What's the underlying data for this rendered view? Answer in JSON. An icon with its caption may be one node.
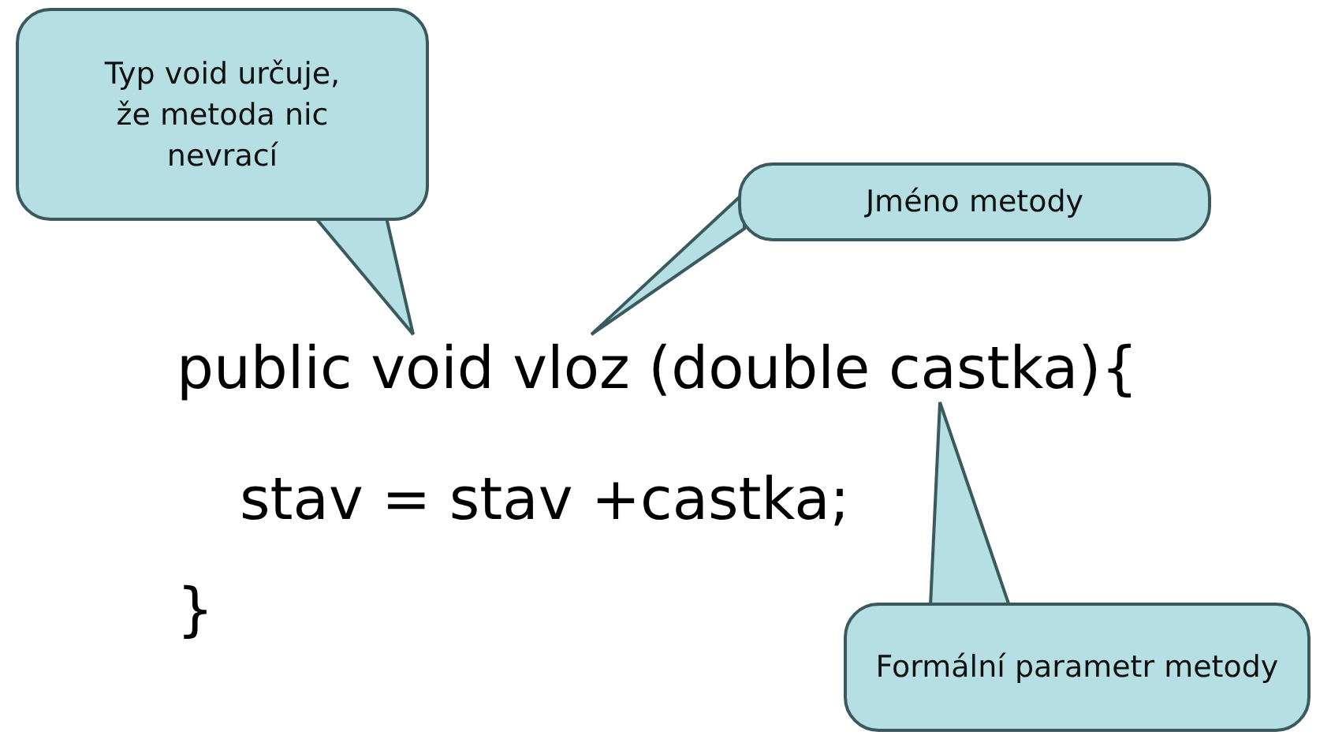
{
  "diagram": {
    "nodes": [
      {
        "text": [
          "Typ void určuje, že metoda nic nevrací"
        ]
      },
      {
        "text": [
          "Jméno metody"
        ]
      },
      {
        "text": [
          "Formální parametr metody"
        ]
      }
    ],
    "edges": [
      {
        "from": 0,
        "to": null,
        "arrow": "to"
      },
      {
        "from": 1,
        "to": null,
        "arrow": "to"
      },
      {
        "from": 2,
        "to": null,
        "arrow": "to"
      }
    ],
    "labels": [
      "public void vloz (double castka){",
      "stav = stav +castka;",
      "}"
    ]
  }
}
